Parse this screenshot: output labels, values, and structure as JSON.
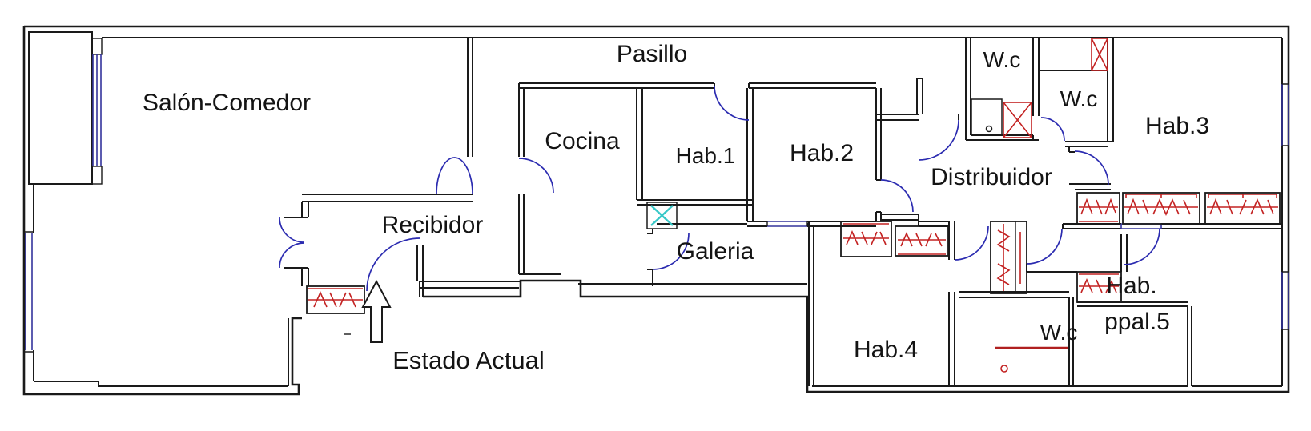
{
  "plan": {
    "title": "Estado Actual",
    "rooms": [
      {
        "id": "salon",
        "label": "Salón-Comedor"
      },
      {
        "id": "recibidor",
        "label": "Recibidor"
      },
      {
        "id": "pasillo",
        "label": "Pasillo"
      },
      {
        "id": "cocina",
        "label": "Cocina"
      },
      {
        "id": "hab1",
        "label": "Hab.1"
      },
      {
        "id": "hab2",
        "label": "Hab.2"
      },
      {
        "id": "galeria",
        "label": "Galeria"
      },
      {
        "id": "distribuidor",
        "label": "Distribuidor"
      },
      {
        "id": "wc1",
        "label": "W.c"
      },
      {
        "id": "wc2",
        "label": "W.c"
      },
      {
        "id": "hab3",
        "label": "Hab.3"
      },
      {
        "id": "hab4",
        "label": "Hab.4"
      },
      {
        "id": "wc3",
        "label": "W.c"
      },
      {
        "id": "hab5_line1",
        "label": "Hab."
      },
      {
        "id": "hab5_line2",
        "label": "ppal.5"
      }
    ],
    "icons": [
      {
        "name": "entrance-arrow",
        "meaning": "main entrance direction"
      }
    ],
    "colors": {
      "wall": "#1a1a1a",
      "door": "#2b2bb0",
      "window": "#34349c",
      "closet_hatch": "#c32222",
      "duct_mark": "#38c8c8",
      "background": "#ffffff"
    }
  }
}
